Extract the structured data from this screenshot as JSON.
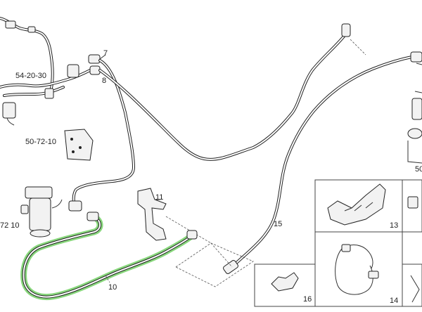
{
  "callouts": {
    "c7": "7",
    "c8": "8",
    "c10": "10",
    "c11": "11",
    "c13": "13",
    "c14": "14",
    "c15": "15",
    "c16": "16",
    "ref_542030": "54-20-30",
    "ref_507210": "50-72-10",
    "ref_7210": "72 10",
    "ref_50": "50"
  },
  "colors": {
    "highlight": "#7bd36e",
    "line": "#222222",
    "background": "#ffffff"
  },
  "highlighted_part": "10"
}
